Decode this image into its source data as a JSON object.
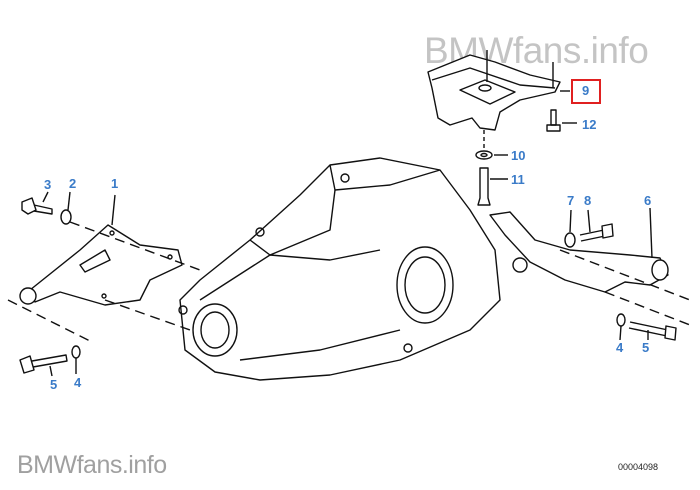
{
  "watermark": {
    "top": "BMWfans.info",
    "bottom": "BMWfans.info"
  },
  "diagram_number": "00004098",
  "highlight_color": "#e02020",
  "label_color": "#3a7bc8",
  "selected_part": "9",
  "parts": [
    {
      "id": "p9",
      "number": "9"
    },
    {
      "id": "p12",
      "number": "12"
    },
    {
      "id": "p10",
      "number": "10"
    },
    {
      "id": "p11",
      "number": "11"
    },
    {
      "id": "p7",
      "number": "7"
    },
    {
      "id": "p8",
      "number": "8"
    },
    {
      "id": "p6",
      "number": "6"
    },
    {
      "id": "p4r",
      "number": "4"
    },
    {
      "id": "p5r",
      "number": "5"
    },
    {
      "id": "p3",
      "number": "3"
    },
    {
      "id": "p2",
      "number": "2"
    },
    {
      "id": "p1",
      "number": "1"
    },
    {
      "id": "p5l",
      "number": "5"
    },
    {
      "id": "p4l",
      "number": "4"
    }
  ]
}
